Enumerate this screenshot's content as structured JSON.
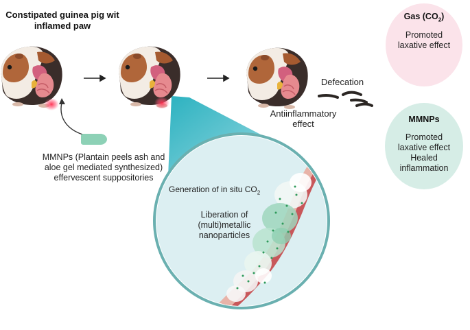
{
  "title": "Constipated guinea pig wit inflamed paw",
  "suppository_caption": "MMNPs (Plantain peels ash and aloe gel mediated synthesized) effervescent suppositories",
  "defecation_label": "Defecation",
  "antiinflammatory_label": "Antiinflammatory effect",
  "zoom": {
    "generation_text": "Generation of in situ CO",
    "generation_subscript": "2",
    "liberation_text": "Liberation of (multi)metallic nanoparticles"
  },
  "gas_circle": {
    "heading": "Gas (CO",
    "heading_subscript": "2",
    "heading_close": ")",
    "body": "Promoted laxative effect",
    "color": "#fbe3ea"
  },
  "mmnps_circle": {
    "heading": "MMNPs",
    "body": "Promoted laxative effect Healed inflammation",
    "color": "#d6ede6"
  },
  "colors": {
    "zoom_teal": "#2ab6c4",
    "zoom_fill": "#dceff2",
    "zoom_border": "#6ab0b0",
    "vessel_red": "#c8575a",
    "vessel_inner": "#e8b3a8",
    "particle_green": "#2f9a5b",
    "suppository": "#8dd1b6",
    "inflammation": "#ff3355"
  }
}
